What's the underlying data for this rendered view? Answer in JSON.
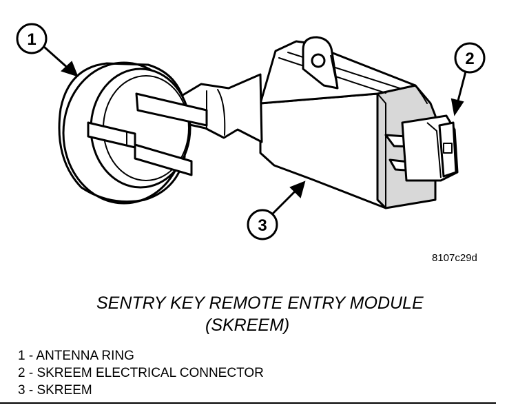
{
  "diagram": {
    "callouts": [
      {
        "number": "1"
      },
      {
        "number": "2"
      },
      {
        "number": "3"
      }
    ],
    "figure_code": "8107c29d",
    "title_line1": "SENTRY KEY REMOTE ENTRY MODULE",
    "title_line2": "(SKREEM)",
    "legend": [
      "1 - ANTENNA RING",
      "2 - SKREEM ELECTRICAL CONNECTOR",
      "3 - SKREEM"
    ],
    "colors": {
      "line": "#000000",
      "shade": "#d8d8d8",
      "background": "#ffffff"
    }
  }
}
